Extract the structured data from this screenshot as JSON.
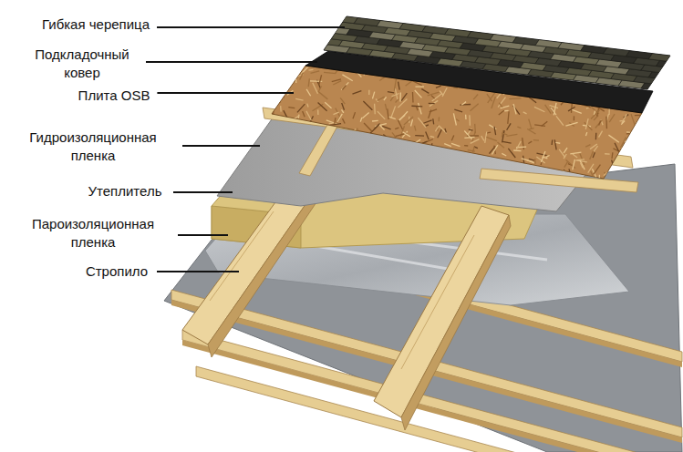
{
  "diagram": {
    "labels": [
      "Гибкая черепица",
      "Подкладочный ковер",
      "Плита OSB",
      "Гидроизоляционная пленка",
      "Утеплитель",
      "Пароизоляционная пленка",
      "Стропило"
    ]
  }
}
